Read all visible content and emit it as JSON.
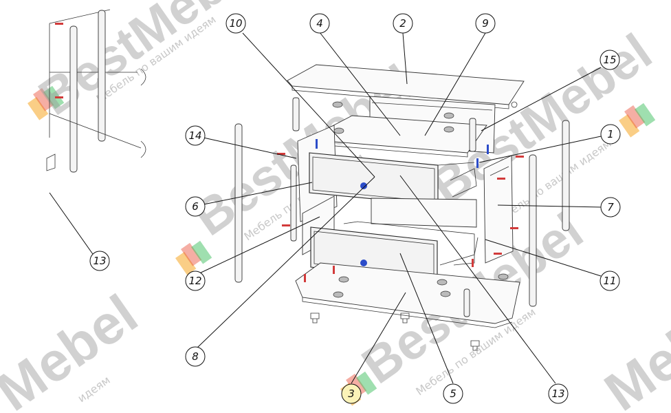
{
  "callouts": [
    {
      "id": "c1",
      "label": "1"
    },
    {
      "id": "c2",
      "label": "2"
    },
    {
      "id": "c3",
      "label": "3"
    },
    {
      "id": "c4",
      "label": "4"
    },
    {
      "id": "c5",
      "label": "5"
    },
    {
      "id": "c6",
      "label": "6"
    },
    {
      "id": "c7",
      "label": "7"
    },
    {
      "id": "c8",
      "label": "8"
    },
    {
      "id": "c9",
      "label": "9"
    },
    {
      "id": "c10",
      "label": "10"
    },
    {
      "id": "c11",
      "label": "11"
    },
    {
      "id": "c12",
      "label": "12"
    },
    {
      "id": "c13a",
      "label": "13"
    },
    {
      "id": "c13b",
      "label": "13"
    },
    {
      "id": "c14",
      "label": "14"
    },
    {
      "id": "c15",
      "label": "15"
    }
  ],
  "watermark": {
    "brand_full": "BestMebel",
    "brand_short": "Mebel",
    "tagline": "Мебель по вашим идеям",
    "tagline_short": "идеям",
    "logo_colors": [
      "#f5a623",
      "#e94b35",
      "#3fbf5f",
      "#f7d6a0"
    ]
  },
  "colors": {
    "line": "#333333",
    "accent_blue": "#2b4cc9",
    "accent_red": "#d23a3a",
    "callout_highlight": "#fbf3b8"
  }
}
